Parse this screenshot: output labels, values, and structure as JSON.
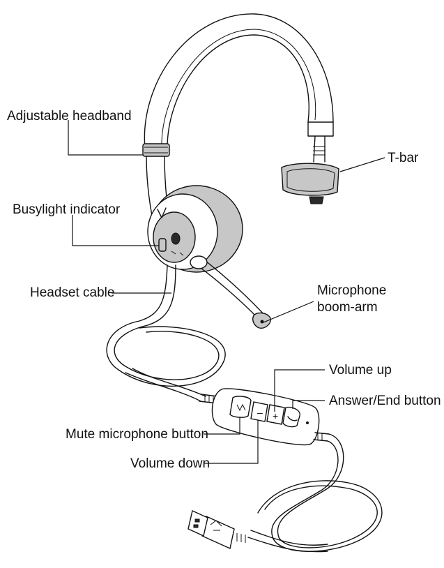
{
  "labels": {
    "headband": "Adjustable headband",
    "tbar": "T-bar",
    "busylight": "Busylight indicator",
    "cable": "Headset cable",
    "mic_line1": "Microphone",
    "mic_line2": "boom-arm",
    "volume_up": "Volume up",
    "answer_end": "Answer/End button",
    "mute": "Mute microphone button",
    "volume_down": "Volume down"
  },
  "controller_symbols": {
    "minus": "–",
    "plus": "+"
  }
}
